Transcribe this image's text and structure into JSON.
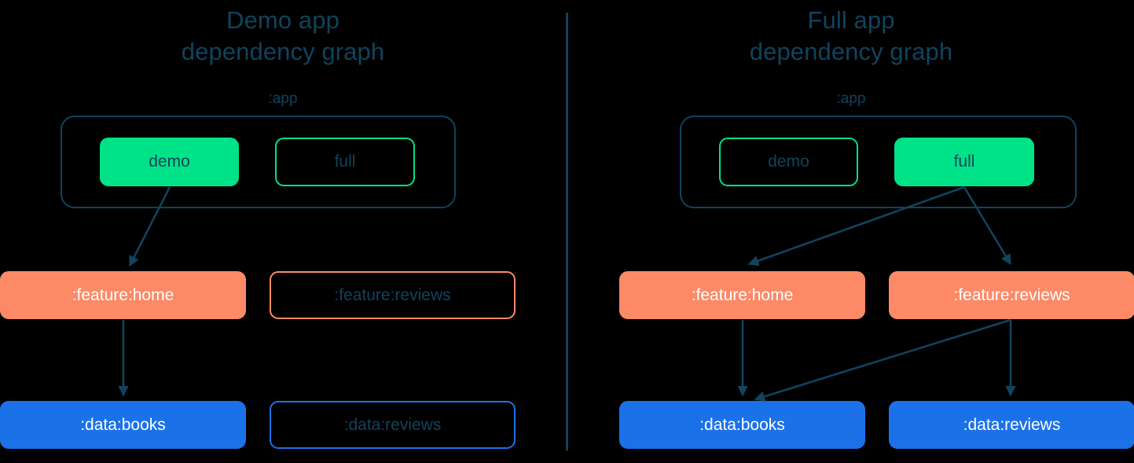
{
  "colors": {
    "background": "#000000",
    "ink": "#11435C",
    "app_module_green": "#00E287",
    "feature_orange": "#FC8A66",
    "data_blue": "#1B72E8",
    "edge": "#11435C",
    "divider": "#11435C",
    "filled_text_light": "#FFFFFF"
  },
  "panels": [
    {
      "id": "demo",
      "title": "Demo app\ndependency graph",
      "group": {
        "label": ":app",
        "modules": [
          {
            "label": "demo",
            "state": "filled"
          },
          {
            "label": "full",
            "state": "outlined"
          }
        ]
      },
      "rows": [
        {
          "tier": "feature",
          "nodes": [
            {
              "label": ":feature:home",
              "state": "filled"
            },
            {
              "label": ":feature:reviews",
              "state": "outlined"
            }
          ]
        },
        {
          "tier": "data",
          "nodes": [
            {
              "label": ":data:books",
              "state": "filled"
            },
            {
              "label": ":data:reviews",
              "state": "outlined"
            }
          ]
        }
      ],
      "edges": [
        {
          "from": "demo",
          "to": ":feature:home"
        },
        {
          "from": ":feature:home",
          "to": ":data:books"
        }
      ]
    },
    {
      "id": "full",
      "title": "Full app\ndependency graph",
      "group": {
        "label": ":app",
        "modules": [
          {
            "label": "demo",
            "state": "outlined"
          },
          {
            "label": "full",
            "state": "filled"
          }
        ]
      },
      "rows": [
        {
          "tier": "feature",
          "nodes": [
            {
              "label": ":feature:home",
              "state": "filled"
            },
            {
              "label": ":feature:reviews",
              "state": "filled"
            }
          ]
        },
        {
          "tier": "data",
          "nodes": [
            {
              "label": ":data:books",
              "state": "filled"
            },
            {
              "label": ":data:reviews",
              "state": "filled"
            }
          ]
        }
      ],
      "edges": [
        {
          "from": "full",
          "to": ":feature:home"
        },
        {
          "from": "full",
          "to": ":feature:reviews"
        },
        {
          "from": ":feature:home",
          "to": ":data:books"
        },
        {
          "from": ":feature:reviews",
          "to": ":data:books"
        },
        {
          "from": ":feature:reviews",
          "to": ":data:reviews"
        }
      ]
    }
  ]
}
